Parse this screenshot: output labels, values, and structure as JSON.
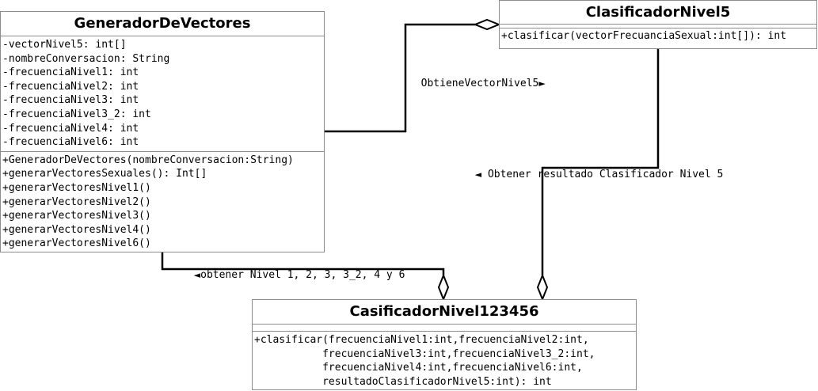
{
  "generador": {
    "name": "GeneradorDeVectores",
    "attributes": [
      "-vectorNivel5: int[]",
      "-nombreConversacion: String",
      "-frecuenciaNivel1: int",
      "-frecuenciaNivel2: int",
      "-frecuenciaNivel3: int",
      "-frecuenciaNivel3_2: int",
      "-frecuenciaNivel4: int",
      "-frecuenciaNivel6: int"
    ],
    "operations": [
      "+GeneradorDeVectores(nombreConversacion:String)",
      "+generarVectoresSexuales(): Int[]",
      "+generarVectoresNivel1()",
      "+generarVectoresNivel2()",
      "+generarVectoresNivel3()",
      "+generarVectoresNivel4()",
      "+generarVectoresNivel6()"
    ]
  },
  "clasificador5": {
    "name": "ClasificadorNivel5",
    "operations": [
      "+clasificar(vectorFrecuanciaSexual:int[]): int"
    ]
  },
  "clasificador123456": {
    "name": "CasificadorNivel123456",
    "operations": [
      "+clasificar(frecuenciaNivel1:int,frecuenciaNivel2:int,",
      "           frecuenciaNivel3:int,frecuenciaNivel3_2:int,",
      "           frecuenciaNivel4:int,frecuenciaNivel6:int,",
      "           resultadoClasificadorNivel5:int): int"
    ]
  },
  "associations": {
    "obtiene_vector": {
      "text": "ObtieneVectorNivel5",
      "arrow": "►"
    },
    "obtener_resultado": {
      "arrow": "◄",
      "text": "Obtener resultado Clasificador Nivel 5"
    },
    "obtener_niveles": {
      "arrow": "◄",
      "text": "obtener Nivel 1, 2, 3, 3_2, 4 y 6"
    }
  }
}
